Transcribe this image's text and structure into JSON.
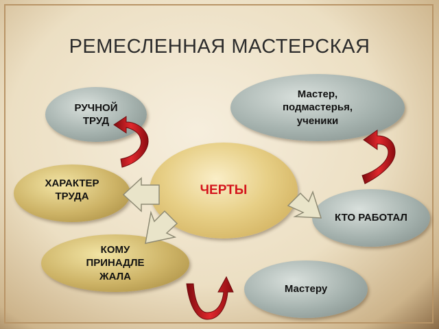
{
  "title": "РЕМЕСЛЕННАЯ МАСТЕРСКАЯ",
  "center": "ЧЕРТЫ",
  "nodes": {
    "manual_labor": "РУЧНОЙ ТРУД",
    "labor_character": "ХАРАКТЕР ТРУДА",
    "belonged_to": "КОМУ ПРИНАДЛЕ ЖАЛА",
    "who_worked": "КТО РАБОТАЛ",
    "masters": "Мастер, подмастерья, ученики",
    "to_master": "Мастеру"
  },
  "colors": {
    "center_text": "#d4141b",
    "curved_arrow": "#c8141b",
    "block_arrow": "#e9e4c9"
  }
}
